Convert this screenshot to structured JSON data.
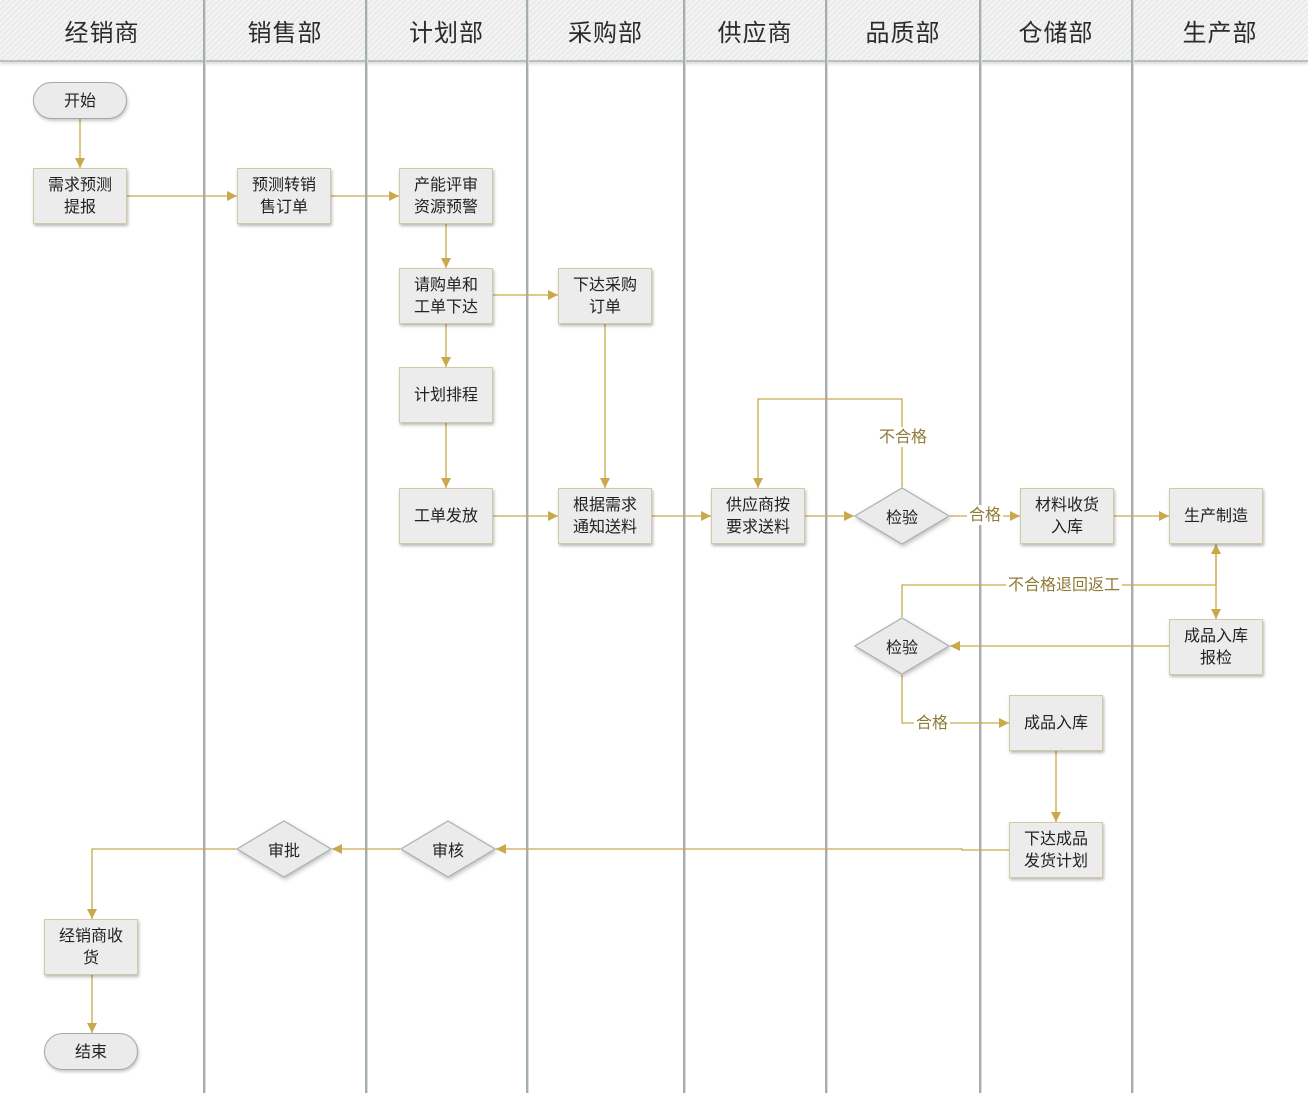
{
  "lanes": [
    "经销商",
    "销售部",
    "计划部",
    "采购部",
    "供应商",
    "品质部",
    "仓储部",
    "生产部"
  ],
  "nodes": {
    "start": "开始",
    "demand_forecast": "需求预测\n提报",
    "forecast_to_order": "预测转销\n售订单",
    "capacity_review": "产能评审\n资源预警",
    "requisition_workorder": "请购单和\n工单下达",
    "issue_po": "下达采购\n订单",
    "scheduling": "计划排程",
    "workorder_release": "工单发放",
    "notify_delivery": "根据需求\n通知送料",
    "supplier_delivery": "供应商按\n要求送料",
    "inspection_incoming": "检验",
    "material_receipt": "材料收货\n入库",
    "production": "生产制造",
    "fg_inspection_request": "成品入库\n报检",
    "inspection_fg": "检验",
    "fg_warehousing": "成品入库",
    "shipping_plan": "下达成品\n发货计划",
    "review": "审核",
    "approval": "审批",
    "dealer_receipt": "经销商收\n货",
    "end": "结束"
  },
  "edge_labels": {
    "incoming_fail": "不合格",
    "incoming_pass": "合格",
    "fg_fail_rework": "不合格退回返工",
    "fg_pass": "合格"
  },
  "colors": {
    "connector": "#c9a94c",
    "edge_label": "#8d7b37",
    "lane_divider": "#a4aead",
    "node_fill": "#ececec"
  }
}
